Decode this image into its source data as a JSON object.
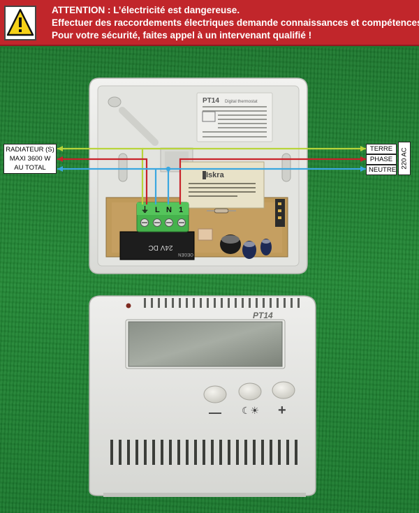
{
  "warning": {
    "icon": "warning-triangle-icon",
    "line1": "ATTENTION : L’électricité est dangereuse.",
    "line2": "Effectuer des raccordements électriques demande connaissances et compétences.",
    "line3": "Pour votre sécurité, faites appel à un intervenant qualifié !"
  },
  "left_labels": {
    "radiator": "RADIATEUR (S)",
    "max_power": "MAXI 3600 W",
    "total": "AU TOTAL"
  },
  "right_labels": {
    "earth": "TERRE",
    "phase": "PHASE",
    "neutral": "NEUTRE",
    "voltage": "220 AC"
  },
  "device": {
    "model_back": "PT14",
    "back_subtitle": "Digital thermostat",
    "front_model": "PT14",
    "terminal_labels": [
      "⏚",
      "L",
      "N",
      "1"
    ],
    "relay_text": "24V DC",
    "relay_brand": "OEGEN",
    "transformer_brand": "Iskra",
    "buttons": [
      "—",
      "☾☀",
      "+"
    ]
  },
  "colors": {
    "banner": "#c1262b",
    "earth_wire": "#b8d43a",
    "phase_wire": "#c8222a",
    "neutral_wire": "#3aa7e0",
    "background": "#1f7a31"
  }
}
